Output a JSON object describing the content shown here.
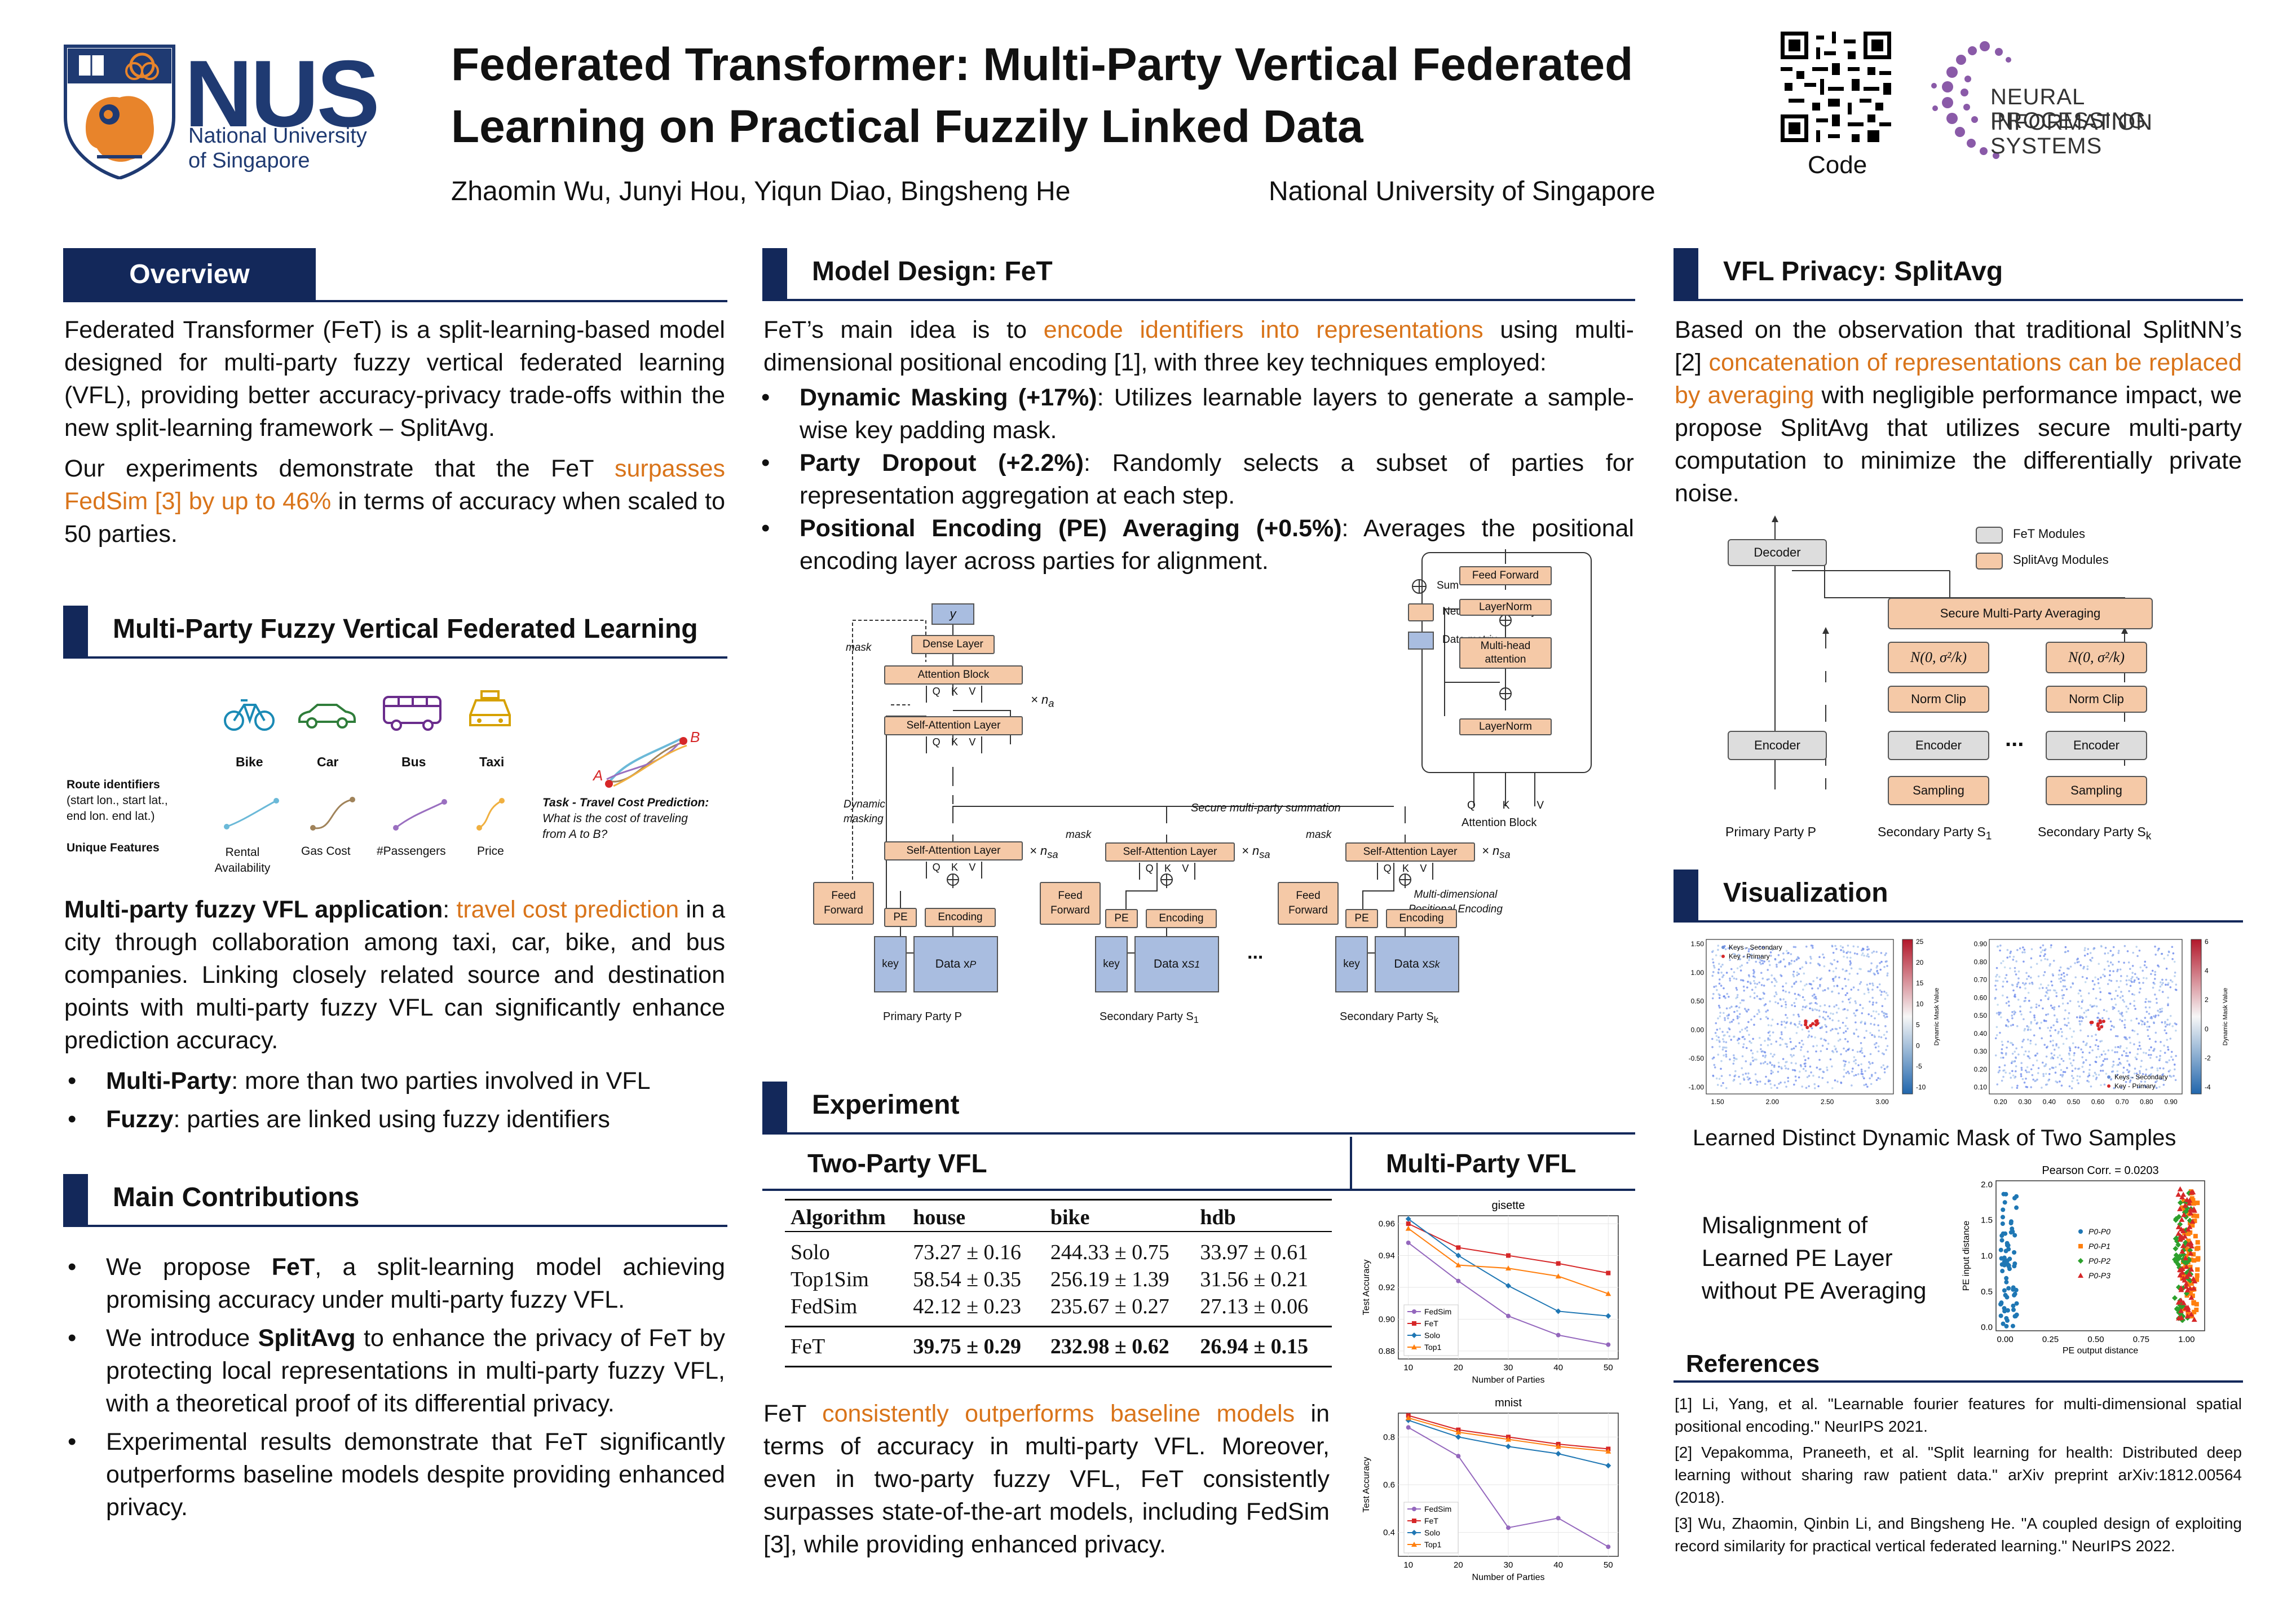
{
  "header": {
    "logo_text": "NUS",
    "logo_sub1": "National University",
    "logo_sub2": "of Singapore",
    "title_line1": "Federated Transformer: Multi-Party Vertical Federated",
    "title_line2": "Learning on Practical Fuzzily Linked Data",
    "authors": "Zhaomin Wu, Junyi Hou, Yiqun Diao, Bingsheng He",
    "affiliation": "National University of Singapore",
    "code_label": "Code",
    "neurips_line1": "NEURAL INFORMATION",
    "neurips_line2": "PROCESSING SYSTEMS"
  },
  "overview": {
    "heading": "Overview",
    "p1": "Federated Transformer (FeT) is a split-learning-based model designed for multi-party fuzzy vertical federated learning (VFL), providing better accuracy-privacy trade-offs within the new split-learning framework – SplitAvg.",
    "p2_a": "Our experiments demonstrate that the FeT ",
    "p2_b": "surpasses FedSim [3] by up to 46%",
    "p2_c": " in terms of accuracy when scaled to 50 parties."
  },
  "mpfvfl": {
    "heading": "Multi-Party Fuzzy Vertical Federated Learning",
    "vehicles": [
      "Bike",
      "Car",
      "Bus",
      "Taxi"
    ],
    "features": [
      "Rental Availability",
      "Gas Cost",
      "#Passengers",
      "Price"
    ],
    "route_label1": "Route identifiers",
    "route_label2": "(start lon., start lat.,",
    "route_label3": "end lon. end lat.)",
    "unique_label": "Unique Features",
    "task_label1": "Task - Travel Cost Prediction:",
    "task_label2": "What is the cost of traveling",
    "task_label3": "from A to B?",
    "point_a": "A",
    "point_b": "B",
    "app_a": "Multi-party fuzzy VFL application",
    "app_b": ": ",
    "app_c": "travel cost prediction",
    "app_d": " in a city through collaboration among taxi, car, bike, and bus companies. Linking closely related source and destination points with multi-party fuzzy VFL can significantly enhance prediction accuracy.",
    "bullet1_b": "Multi-Party",
    "bullet1_t": ": more than two parties involved in VFL",
    "bullet2_b": "Fuzzy",
    "bullet2_t": ": parties are linked using fuzzy identifiers"
  },
  "contrib": {
    "heading": "Main Contributions",
    "b1_a": " We propose ",
    "b1_b": "FeT",
    "b1_c": ", a split-learning model achieving promising accuracy under multi-party fuzzy VFL.",
    "b2_a": "We introduce ",
    "b2_b": "SplitAvg",
    "b2_c": " to enhance the privacy of FeT by protecting local representations in multi-party fuzzy VFL, with a theoretical proof of its differential privacy.",
    "b3": "Experimental results demonstrate that FeT significantly outperforms baseline models despite providing enhanced privacy."
  },
  "model": {
    "heading": "Model Design: FeT",
    "intro_a": "FeT’s main idea is to ",
    "intro_b": "encode identifiers into representations",
    "intro_c": " using multi-dimensional positional encoding [1], with three key techniques employed:",
    "t1_b": "Dynamic Masking (+17%)",
    "t1_t": ": Utilizes learnable layers to generate a sample-wise key padding mask.",
    "t2_b": "Party Dropout (+2.2%)",
    "t2_t": ": Randomly selects a subset of parties for representation aggregation at each step.",
    "t3_b": "Positional Encoding (PE) Averaging (+0.5%)",
    "t3_t": ": Averages the positional encoding layer across parties for alignment.",
    "diagram": {
      "y": "y",
      "dense": "Dense Layer",
      "attn_block": "Attention Block",
      "self_attn": "Self-Attention Layer",
      "qkv": [
        "Q",
        "K",
        "V"
      ],
      "mask": "mask",
      "dyn_mask1": "Dynamic",
      "dyn_mask2": "masking",
      "feed_fwd1": "Feed",
      "feed_fwd2": "Forward",
      "pe": "PE",
      "encoding": "Encoding",
      "key": "key",
      "data_primary": "Data x",
      "sup_p": "P",
      "sup_s1": "S1",
      "sup_sk": "Sk",
      "primary_party": "Primary Party P",
      "secondary_1": "Secondary Party S",
      "sub_1": "1",
      "secondary_k": "Secondary Party S",
      "sub_k": "k",
      "na": "× n",
      "na_sub": "a",
      "nsa": "× n",
      "nsa_sub": "sa",
      "secure_sum": "Secure multi-party summation",
      "md_pe1": "Multi-dimensional",
      "md_pe2": "Positional Encoding",
      "ellipsis": "...",
      "legend_sum": "Sum",
      "legend_nn": "Neural Network Layer",
      "legend_data": "Data matrix",
      "ab_feed": "Feed Forward",
      "ab_ln": "LayerNorm",
      "ab_mha1": "Multi-head",
      "ab_mha2": "attention",
      "ab_title": "Attention Block"
    }
  },
  "experiment": {
    "heading": "Experiment",
    "two_party": "Two-Party VFL",
    "multi_party": "Multi-Party VFL",
    "table_headers": [
      "Algorithm",
      "house",
      "bike",
      "hdb"
    ],
    "rows": [
      [
        "Solo",
        "73.27 ± 0.16",
        "244.33 ± 0.75",
        "33.97 ± 0.61"
      ],
      [
        "Top1Sim",
        "58.54 ± 0.35",
        "256.19 ± 1.39",
        "31.56 ± 0.21"
      ],
      [
        "FedSim",
        "42.12 ± 0.23",
        "235.67 ± 0.27",
        "27.13 ± 0.06"
      ]
    ],
    "fet_row": [
      "FeT",
      "39.75 ± 0.29",
      "232.98 ± 0.62",
      "26.94 ± 0.15"
    ],
    "text_a": "FeT ",
    "text_b": "consistently outperforms baseline models",
    "text_c": " in terms of accuracy in multi-party VFL. Moreover, even in two-party fuzzy VFL, FeT consistently surpasses state-of-the-art models, including FedSim [3], while providing enhanced privacy."
  },
  "chart_data": [
    {
      "type": "line",
      "title": "gisette",
      "xlabel": "Number of Parties",
      "ylabel": "Test Accuracy",
      "x": [
        10,
        20,
        30,
        40,
        50
      ],
      "ylim": [
        0.875,
        0.965
      ],
      "yticks": [
        "0.88",
        "0.90",
        "0.92",
        "0.94",
        "0.96"
      ],
      "xticks": [
        "10",
        "20",
        "30",
        "40",
        "50"
      ],
      "series": [
        {
          "name": "FedSim",
          "color": "#9467bd",
          "values": [
            0.948,
            0.924,
            0.902,
            0.89,
            0.884
          ]
        },
        {
          "name": "FeT",
          "color": "#d62728",
          "values": [
            0.96,
            0.945,
            0.94,
            0.935,
            0.929
          ]
        },
        {
          "name": "Solo",
          "color": "#1f77b4",
          "values": [
            0.963,
            0.94,
            0.921,
            0.905,
            0.902
          ]
        },
        {
          "name": "Top1",
          "color": "#ff7f0e",
          "values": [
            0.957,
            0.934,
            0.932,
            0.927,
            0.916
          ]
        }
      ]
    },
    {
      "type": "line",
      "title": "mnist",
      "xlabel": "Number of Parties",
      "ylabel": "Test Accuracy",
      "x": [
        10,
        20,
        30,
        40,
        50
      ],
      "ylim": [
        0.3,
        0.9
      ],
      "yticks": [
        "0.4",
        "0.6",
        "0.8"
      ],
      "xticks": [
        "10",
        "20",
        "30",
        "40",
        "50"
      ],
      "series": [
        {
          "name": "FedSim",
          "color": "#9467bd",
          "values": [
            0.84,
            0.72,
            0.42,
            0.46,
            0.34
          ]
        },
        {
          "name": "FeT",
          "color": "#d62728",
          "values": [
            0.89,
            0.83,
            0.8,
            0.77,
            0.75
          ]
        },
        {
          "name": "Solo",
          "color": "#1f77b4",
          "values": [
            0.87,
            0.8,
            0.76,
            0.73,
            0.68
          ]
        },
        {
          "name": "Top1",
          "color": "#ff7f0e",
          "values": [
            0.88,
            0.82,
            0.79,
            0.76,
            0.74
          ]
        }
      ]
    },
    {
      "type": "scatter",
      "title": "Pearson Corr. = 0.0203",
      "xlabel": "PE output distance",
      "ylabel": "PE input distance",
      "xlim": [
        -0.05,
        1.1
      ],
      "ylim": [
        -0.05,
        2.05
      ],
      "xticks": [
        "0.00",
        "0.25",
        "0.50",
        "0.75",
        "1.00"
      ],
      "yticks": [
        "0.0",
        "0.5",
        "1.0",
        "1.5",
        "2.0"
      ],
      "series": [
        {
          "name": "P0-P0",
          "color": "#1f77b4",
          "x_center": 0.02,
          "y_range": [
            0.0,
            1.95
          ]
        },
        {
          "name": "P0-P1",
          "color": "#ff7f0e",
          "x_center": 1.02,
          "y_range": [
            0.1,
            1.95
          ]
        },
        {
          "name": "P0-P2",
          "color": "#2ca02c",
          "x_center": 0.98,
          "y_range": [
            0.1,
            1.95
          ]
        },
        {
          "name": "P0-P3",
          "color": "#d62728",
          "x_center": 1.0,
          "y_range": [
            0.1,
            1.95
          ]
        }
      ]
    }
  ],
  "privacy": {
    "heading": "VFL Privacy: SplitAvg",
    "text_a": "Based on the observation that traditional SplitNN’s [2] ",
    "text_b": "concatenation of representations can be replaced by averaging",
    "text_c": " with negligible performance impact, we propose SplitAvg that utilizes secure multi-party computation to minimize the differentially private noise.",
    "diagram": {
      "decoder": "Decoder",
      "legend_fet": "FeT Modules",
      "legend_splitavg": "SplitAvg Modules",
      "smpa": "Secure Multi-Party Averaging",
      "noise": "N(0, σ²/k)",
      "norm_clip": "Norm Clip",
      "encoder": "Encoder",
      "sampling": "Sampling",
      "dots": "...",
      "primary": "Primary Party P",
      "sec1": "Secondary Party S",
      "sec1_sub": "1",
      "seck": "Secondary Party S",
      "seck_sub": "k"
    }
  },
  "visual": {
    "heading": "Visualization",
    "mask_caption": "Learned Distinct Dynamic Mask of Two Samples",
    "legend_secondary": "Keys - Secondary",
    "legend_primary": "Key - Primary",
    "colorbar_label": "Dynamic Mask Value",
    "left_xticks": [
      "1.50",
      "2.00",
      "2.50",
      "3.00"
    ],
    "left_yticks": [
      "1.50",
      "1.00",
      "0.50",
      "0.00",
      "-0.50",
      "-1.00"
    ],
    "left_cticks": [
      "25",
      "20",
      "15",
      "10",
      "5",
      "0",
      "-5",
      "-10"
    ],
    "right_xticks": [
      "0.20",
      "0.30",
      "0.40",
      "0.50",
      "0.60",
      "0.70",
      "0.80",
      "0.90"
    ],
    "right_yticks": [
      "0.90",
      "0.80",
      "0.70",
      "0.60",
      "0.50",
      "0.40",
      "0.30",
      "0.20",
      "0.10"
    ],
    "right_cticks": [
      "6",
      "4",
      "2",
      "0",
      "-2",
      "-4"
    ],
    "misalign1": "Misalignment of",
    "misalign2": "Learned PE Layer",
    "misalign3": "without PE Averaging"
  },
  "references": {
    "heading": "References",
    "r1": "[1] Li, Yang, et al. \"Learnable fourier features for multi-dimensional spatial positional encoding.\" NeurIPS 2021.",
    "r2": "[2] Vepakomma, Praneeth, et al. \"Split learning for health: Distributed deep learning without sharing raw patient data.\" arXiv preprint arXiv:1812.00564 (2018).",
    "r3": "[3] Wu, Zhaomin, Qinbin Li, and Bingsheng He. \"A coupled design of exploiting record similarity for practical vertical federated learning.\" NeurIPS 2022."
  },
  "colors": {
    "navy": "#13285a",
    "nus_blue": "#1f3a72",
    "nus_orange": "#e8842b",
    "highlight": "#d9741a",
    "nn_layer": "#f5c9a7",
    "data_matrix": "#a9bde0"
  }
}
